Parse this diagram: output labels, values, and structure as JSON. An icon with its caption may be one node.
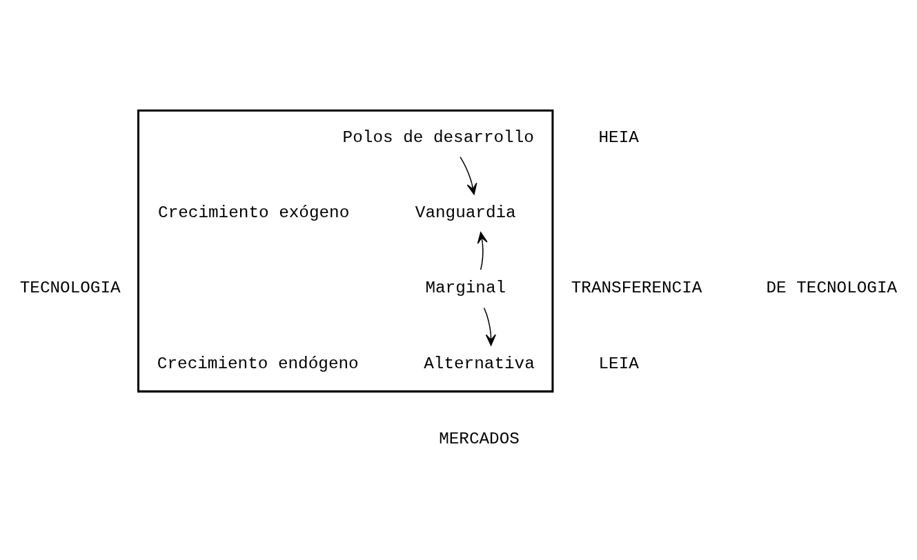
{
  "diagram": {
    "nodes": [
      {
        "text": [],
        "shape": "box"
      },
      {
        "text": [
          "Polos de desarrollo"
        ],
        "in": 0
      },
      {
        "text": [
          "Vanguardia"
        ],
        "in": 0
      },
      {
        "text": [
          "Marginal"
        ],
        "in": 0
      },
      {
        "text": [
          "Alternativa"
        ],
        "in": 0
      }
    ],
    "edges": [
      {
        "from": 1,
        "to": 2,
        "arrow": "to"
      },
      {
        "from": 3,
        "to": 2,
        "arrow": "to"
      },
      {
        "from": 3,
        "to": 4,
        "arrow": "to"
      }
    ],
    "labels": [
      "HEIA",
      "TECNOLOGIA",
      "TRANSFERENCIA",
      "DE TECNOLOGIA",
      "Crecimiento exógeno",
      "Crecimiento endógeno",
      "LEIA",
      "MERCADOS"
    ]
  }
}
